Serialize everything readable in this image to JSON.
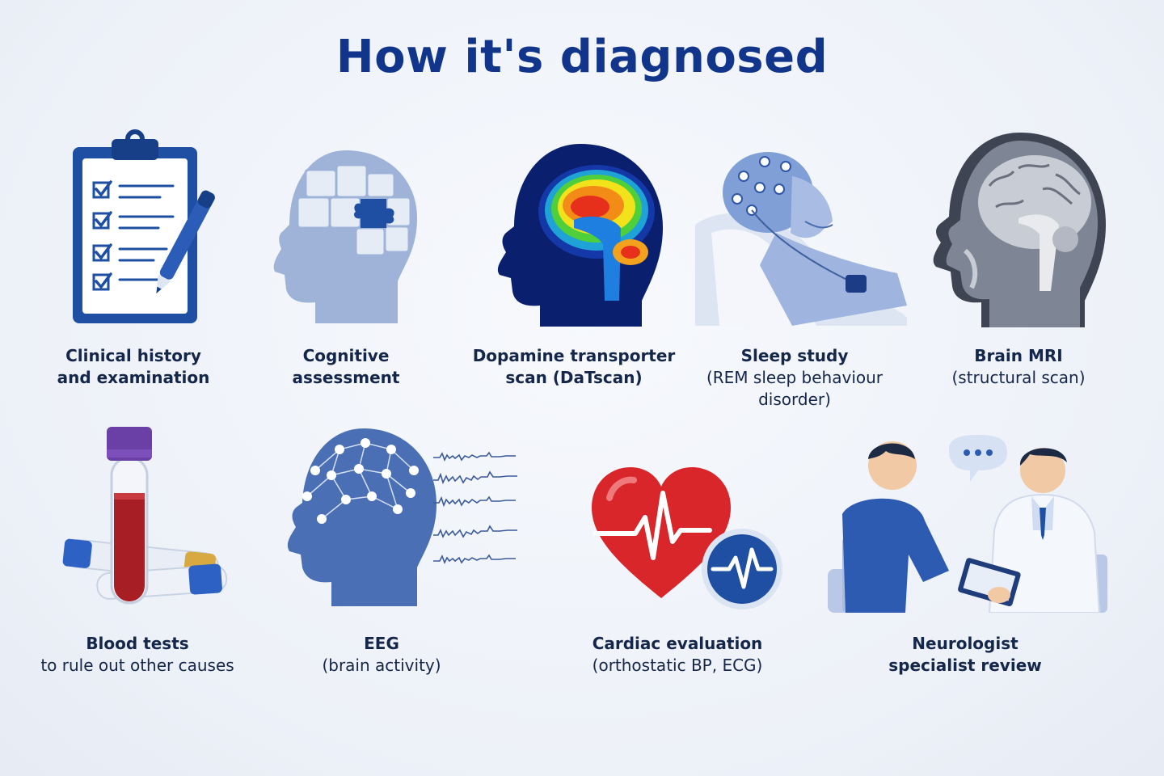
{
  "title": "How it's diagnosed",
  "items": [
    {
      "title": "Clinical history",
      "title2": "and examination",
      "subtitle": "",
      "subtitle2": "",
      "icon": "clipboard-checklist-icon"
    },
    {
      "title": "Cognitive",
      "title2": "assessment",
      "subtitle": "",
      "subtitle2": "",
      "icon": "puzzle-head-icon"
    },
    {
      "title": "Dopamine transporter",
      "title2": "scan (DaTscan)",
      "subtitle": "",
      "subtitle2": "",
      "icon": "brain-scan-heatmap-icon"
    },
    {
      "title": "Sleep study",
      "title2": "",
      "subtitle": "(REM sleep behaviour",
      "subtitle2": "disorder)",
      "icon": "sleeping-patient-electrodes-icon"
    },
    {
      "title": "Brain MRI",
      "title2": "",
      "subtitle": "(structural scan)",
      "subtitle2": "",
      "icon": "mri-head-icon"
    },
    {
      "title": "Blood tests",
      "title2": "",
      "subtitle": "to rule out other causes",
      "subtitle2": "",
      "icon": "blood-tube-icon"
    },
    {
      "title": "EEG",
      "title2": "",
      "subtitle": "(brain activity)",
      "subtitle2": "",
      "icon": "eeg-head-icon"
    },
    {
      "title": "Cardiac evaluation",
      "title2": "",
      "subtitle": "(orthostatic BP, ECG)",
      "subtitle2": "",
      "icon": "heart-ecg-icon"
    },
    {
      "title": "Neurologist",
      "title2": "specialist review",
      "subtitle": "",
      "subtitle2": "",
      "icon": "doctor-consultation-icon"
    }
  ],
  "colors": {
    "title": "#12358c",
    "text": "#14264a",
    "accent": "#1d4ea8",
    "heart": "#d9262b"
  }
}
